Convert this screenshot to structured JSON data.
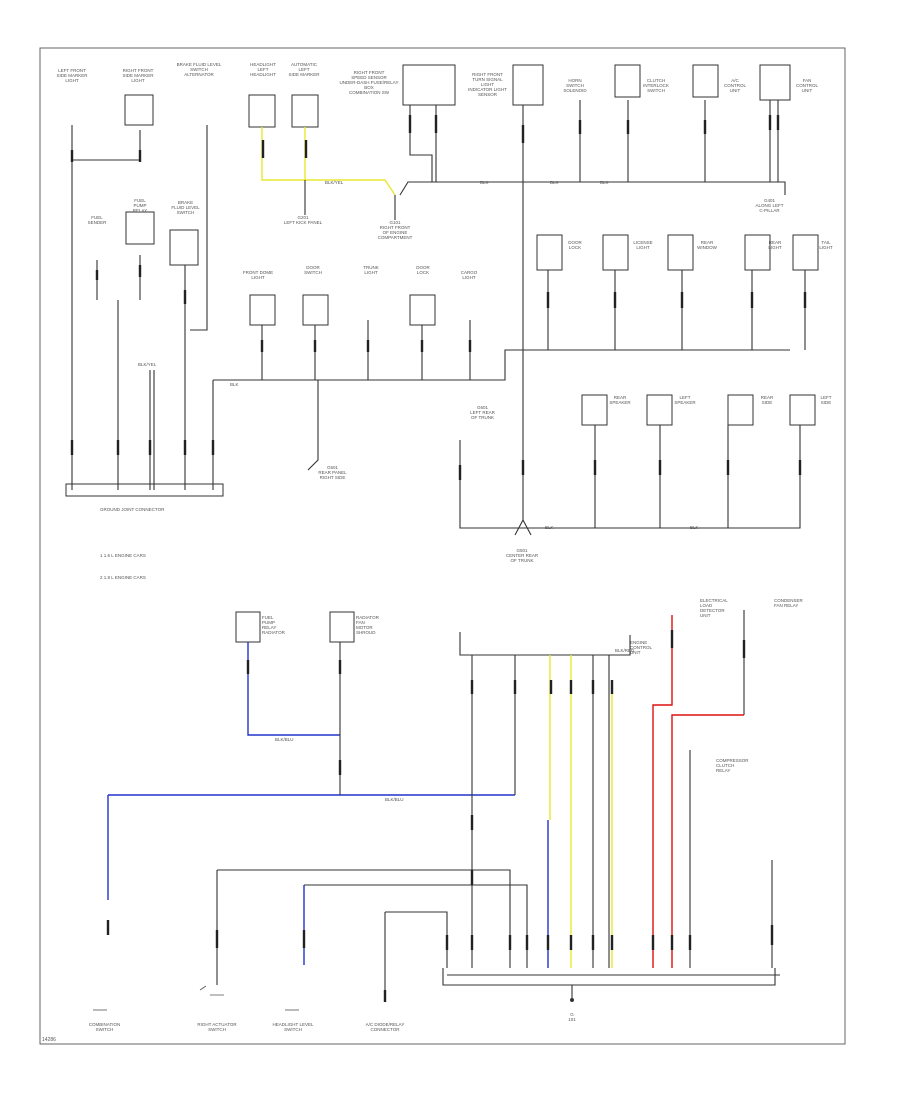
{
  "diagram": {
    "footer_code": "14286",
    "top_connector_label": "GROUND JOINT CONNECTOR",
    "legend": [
      {
        "marker": "1",
        "text": "1.6 L ENGINE CARS"
      },
      {
        "marker": "2",
        "text": "1.8 L ENGINE CARS"
      }
    ],
    "top_components": [
      {
        "id": "lhsl",
        "text": [
          "LEFT FRONT",
          "SIDE MARKER",
          "LIGHT"
        ]
      },
      {
        "id": "rhsl",
        "text": [
          "RIGHT FRONT",
          "SIDE MARKER",
          "LIGHT"
        ]
      },
      {
        "id": "bpsw",
        "text": [
          "BRAKE FLUID LEVEL",
          "SWITCH",
          "ALTERNATOR"
        ]
      },
      {
        "id": "lhlp",
        "text": [
          "HEADLIGHT",
          "LEFT",
          "HEADLIGHT"
        ]
      },
      {
        "id": "rhlp",
        "text": [
          "AUTOMATIC",
          "LEFT",
          "SIDE MARKER"
        ]
      },
      {
        "id": "abs",
        "text": [
          "RIGHT FRONT",
          "SPEED SENSOR",
          "UNDER-DASH FUSE/RELAY BOX",
          "COMBINATION SW"
        ]
      },
      {
        "id": "fuse",
        "text": [
          "RIGHT FRONT",
          "TURN SIGNAL",
          "LIGHT",
          "INDICATOR LIGHT",
          "SENSOR"
        ]
      },
      {
        "id": "horn",
        "text": [
          "HORN",
          "SWITCH",
          "SOLENOID"
        ]
      },
      {
        "id": "clutch",
        "text": [
          "CLUTCH",
          "INTERLOCK",
          "SWITCH"
        ]
      },
      {
        "id": "ign",
        "text": [
          "A/C",
          "CONTROL",
          "UNIT"
        ]
      },
      {
        "id": "fan",
        "text": [
          "FAN",
          "CONTROL",
          "UNIT"
        ]
      }
    ],
    "mid_components": [
      {
        "id": "fuel",
        "text": [
          "FUEL",
          "SENDER"
        ]
      },
      {
        "id": "fpump",
        "text": [
          "FUEL",
          "PUMP",
          "RELAY"
        ]
      },
      {
        "id": "brake",
        "text": [
          "BRAKE",
          "FLUID LEVEL",
          "SWITCH"
        ]
      },
      {
        "id": "dome",
        "text": [
          "FRONT DOME",
          "LIGHT"
        ]
      },
      {
        "id": "door",
        "text": [
          "DOOR",
          "SWITCH"
        ]
      },
      {
        "id": "trunk",
        "text": [
          "TRUNK",
          "LIGHT"
        ]
      },
      {
        "id": "lock",
        "text": [
          "DOOR",
          "LOCK"
        ]
      },
      {
        "id": "cargo",
        "text": [
          "CARGO",
          "LIGHT"
        ]
      },
      {
        "id": "dlock2",
        "text": [
          "DOOR",
          "LOCK"
        ]
      },
      {
        "id": "license",
        "text": [
          "LICENSE",
          "LIGHT"
        ]
      },
      {
        "id": "rear",
        "text": [
          "REAR",
          "WINDOW"
        ]
      },
      {
        "id": "rtail",
        "text": [
          "REAR",
          "LIGHT"
        ]
      },
      {
        "id": "ltail",
        "text": [
          "TAIL",
          "LIGHT"
        ]
      }
    ],
    "lower_components": [
      {
        "id": "rspk",
        "text": [
          "REAR",
          "SPEAKER"
        ]
      },
      {
        "id": "lspk",
        "text": [
          "LEFT",
          "SPEAKER"
        ]
      },
      {
        "id": "rs2",
        "text": [
          "REAR",
          "SIDE"
        ]
      },
      {
        "id": "ls2",
        "text": [
          "LEFT",
          "SIDE"
        ]
      }
    ],
    "ground_labels": [
      {
        "id": "g1",
        "text": [
          "G401",
          "ALONG LEFT",
          "C-PILLAR"
        ]
      },
      {
        "id": "g2",
        "text": [
          "G201",
          "LEFT KICK PANEL"
        ]
      },
      {
        "id": "g3",
        "text": [
          "G101",
          "RIGHT FRONT",
          "OF ENGINE COMPARTMENT"
        ]
      },
      {
        "id": "g4",
        "text": [
          "G601",
          "LEFT REAR",
          "OF TRUNK"
        ]
      },
      {
        "id": "g5",
        "text": [
          "G501",
          "CENTER REAR",
          "OF TRUNK"
        ]
      },
      {
        "id": "g6",
        "text": [
          "G501",
          "REAR PANEL",
          "RIGHT SIDE"
        ]
      }
    ],
    "bottom_components": [
      {
        "id": "fan2",
        "text": [
          "FUEL",
          "PUMP",
          "RELAY",
          "RADIATOR"
        ]
      },
      {
        "id": "cond",
        "text": [
          "RADIATOR",
          "FAN",
          "MOTOR",
          "SHROUD"
        ]
      },
      {
        "id": "ecu",
        "text": [
          "ENGINE",
          "CONTROL",
          "UNIT"
        ]
      },
      {
        "id": "ele",
        "text": [
          "ELECTRICAL",
          "LOAD",
          "DETECTOR",
          "UNIT"
        ]
      },
      {
        "id": "csw",
        "text": [
          "CONDENSER",
          "FAN RELAY"
        ]
      },
      {
        "id": "rly",
        "text": [
          "COMPRESSOR",
          "CLUTCH",
          "RELAY"
        ]
      }
    ],
    "bottom_labels": [
      {
        "id": "bl1",
        "text": [
          "COMBINATION",
          "SWITCH"
        ]
      },
      {
        "id": "bl2",
        "text": [
          "RIGHT ACTUATOR",
          "SWITCH"
        ]
      },
      {
        "id": "bl3",
        "text": [
          "HEADLIGHT LEVEL",
          "SWITCH"
        ]
      },
      {
        "id": "bl4",
        "text": [
          "A/C DIODE/RELAY",
          "CONNECTOR"
        ]
      }
    ],
    "ground_bottom": [
      "G",
      "101"
    ],
    "wire_codes": [
      "BLK",
      "BLK",
      "BLK",
      "BLK/YEL",
      "BLK",
      "BLK",
      "BLK",
      "BLK/BLU",
      "BLK/BLU",
      "BLK/RED",
      "BLK/YEL"
    ]
  }
}
